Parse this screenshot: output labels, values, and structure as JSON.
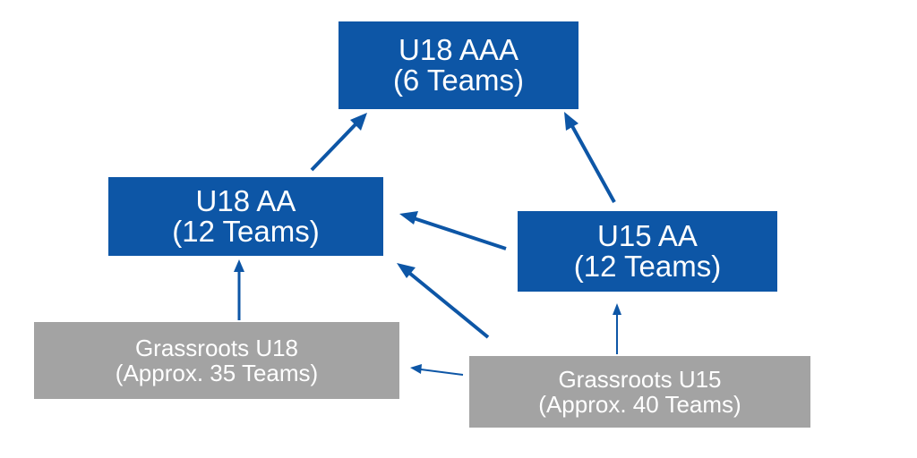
{
  "nodes": {
    "u18_aaa": {
      "title": "U18 AAA",
      "teams": "(6 Teams)"
    },
    "u18_aa": {
      "title": "U18 AA",
      "teams": "(12 Teams)"
    },
    "u15_aa": {
      "title": "U15 AA",
      "teams": "(12 Teams)"
    },
    "grassroots_u18": {
      "title": "Grassroots U18",
      "teams": "(Approx. 35 Teams)"
    },
    "grassroots_u15": {
      "title": "Grassroots U15",
      "teams": "(Approx. 40 Teams)"
    }
  },
  "edges": [
    {
      "from": "U18 AA",
      "to": "U18 AAA"
    },
    {
      "from": "U15 AA",
      "to": "U18 AAA"
    },
    {
      "from": "U15 AA",
      "to": "U18 AA"
    },
    {
      "from": "Grassroots U18",
      "to": "U18 AA"
    },
    {
      "from": "Grassroots U15",
      "to": "U18 AA"
    },
    {
      "from": "Grassroots U15",
      "to": "U15 AA"
    },
    {
      "from": "Grassroots U15",
      "to": "Grassroots U18"
    }
  ],
  "colors": {
    "primary_box": "#0d56a6",
    "secondary_box": "#a3a3a3",
    "arrow": "#0d56a6",
    "text": "#ffffff"
  }
}
